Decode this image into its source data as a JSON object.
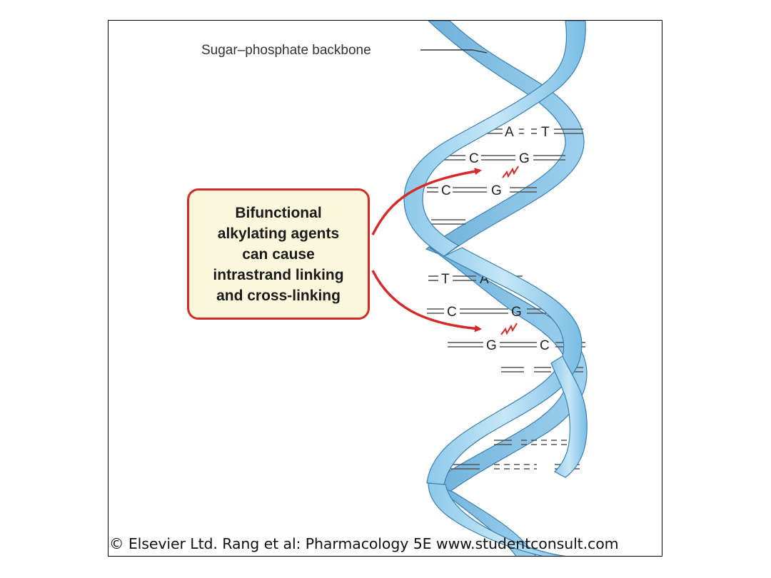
{
  "diagram": {
    "backbone_label": "Sugar–phosphate backbone",
    "callout_text": "Bifunctional\nalkylating agents\ncan cause\nintrastrand linking\nand cross-linking",
    "base_pairs": [
      {
        "left": "A",
        "right": "T"
      },
      {
        "left": "C",
        "right": "G"
      },
      {
        "left": "C",
        "right": "G"
      },
      {
        "left": "T",
        "right": "A"
      },
      {
        "left": "C",
        "right": "G"
      },
      {
        "left": "G",
        "right": "C"
      }
    ],
    "credit": "© Elsevier Ltd. Rang et al: Pharmacology 5E www.studentconsult.com",
    "colors": {
      "strand_fill": "#a9d8f0",
      "strand_dark": "#6fb6df",
      "strand_stroke": "#3a7fb0",
      "arrow": "#d42a2a",
      "callout_bg": "#fbf7dc"
    }
  }
}
